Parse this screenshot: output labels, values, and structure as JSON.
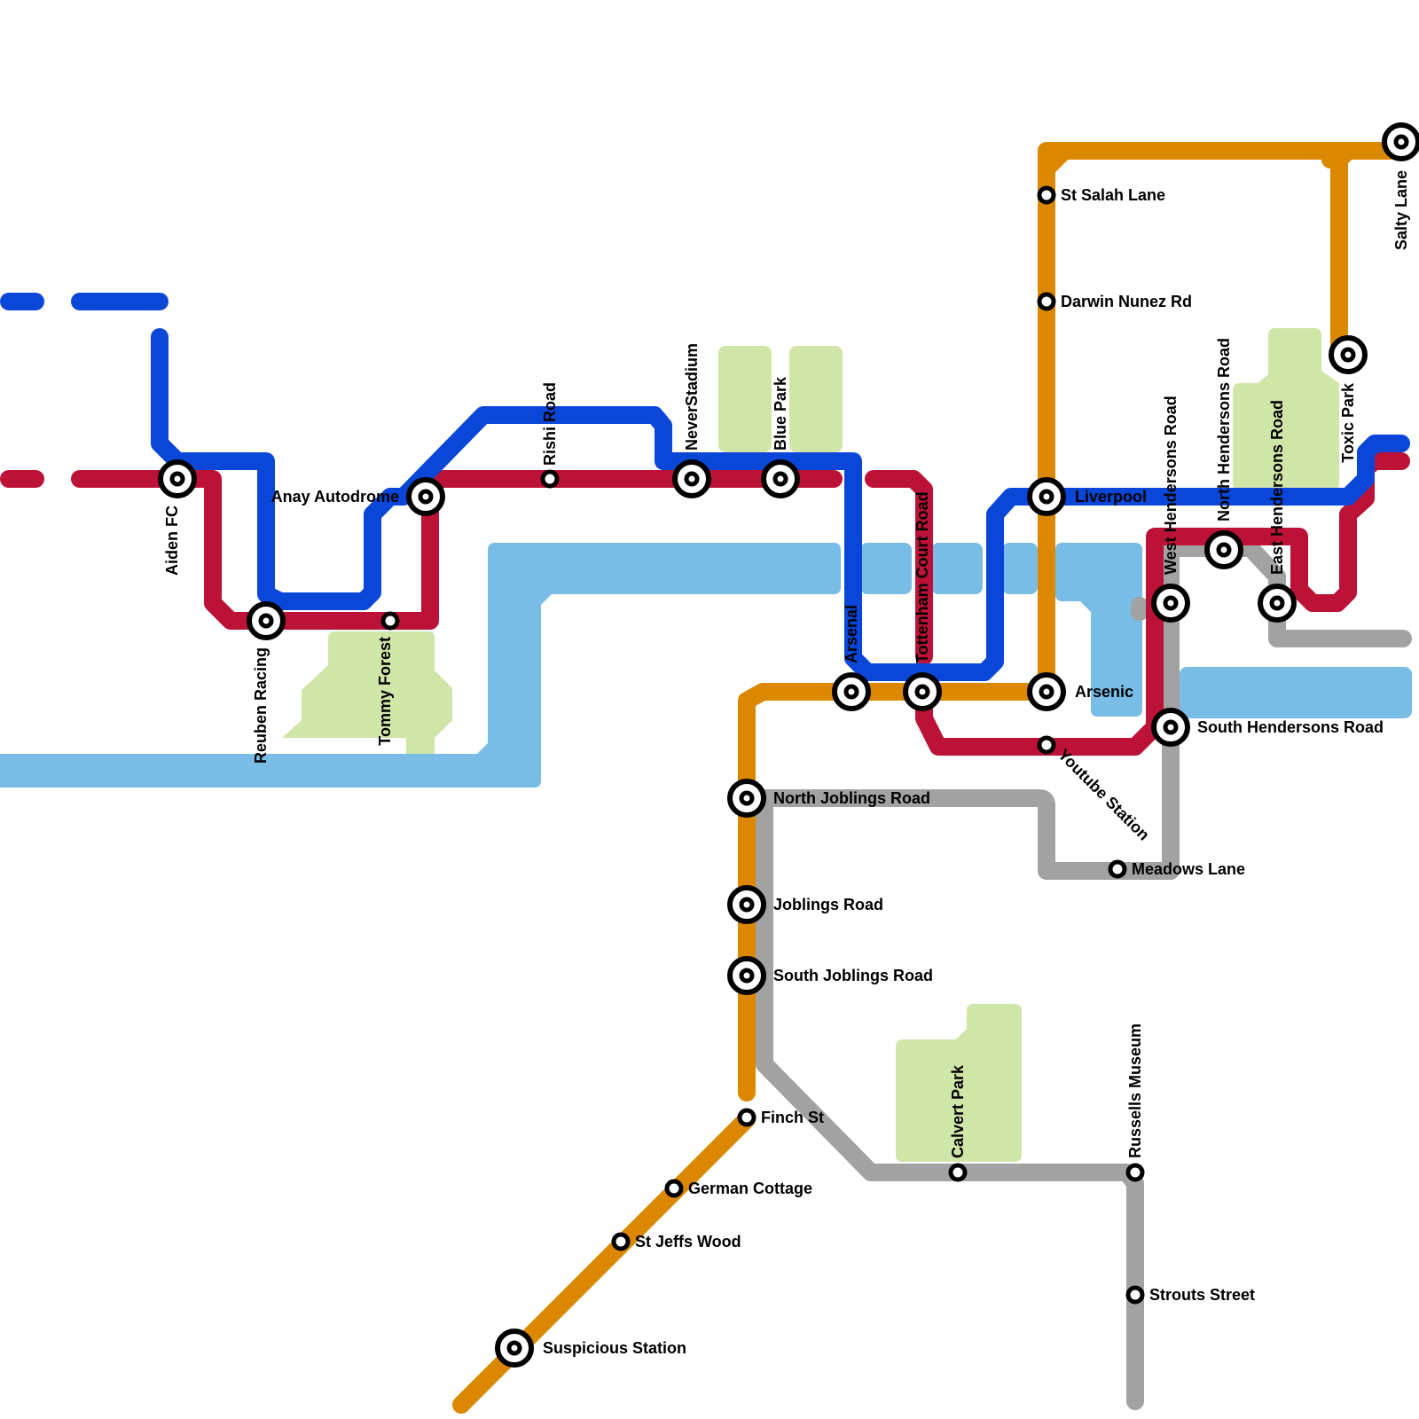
{
  "map": {
    "colors": {
      "blue_line": "#0a47d8",
      "red_line": "#bc1238",
      "orange_line": "#dc8700",
      "grey_line": "#a2a2a2",
      "water": "#79bce6",
      "park": "#d0e5a8",
      "station_ring": "#000000",
      "background": "#ffffff"
    },
    "lines": [
      {
        "id": "blue",
        "name": "Blue line"
      },
      {
        "id": "red",
        "name": "Red line"
      },
      {
        "id": "orange",
        "name": "Orange line"
      },
      {
        "id": "grey",
        "name": "Grey line"
      }
    ],
    "stations": [
      {
        "id": "aiden-fc",
        "name": "Aiden FC",
        "type": "interchange"
      },
      {
        "id": "reuben-racing",
        "name": "Reuben Racing",
        "type": "interchange"
      },
      {
        "id": "tommy-forest",
        "name": "Tommy Forest",
        "type": "stop"
      },
      {
        "id": "anay-autodrome",
        "name": "Anay Autodrome",
        "type": "interchange"
      },
      {
        "id": "rishi-road",
        "name": "Rishi Road",
        "type": "stop"
      },
      {
        "id": "neverstadium",
        "name": "NeverStadium",
        "type": "interchange"
      },
      {
        "id": "blue-park",
        "name": "Blue Park",
        "type": "interchange"
      },
      {
        "id": "arsenal",
        "name": "Arsenal",
        "type": "interchange"
      },
      {
        "id": "tottenham-court-road",
        "name": "Tottenham Court Road",
        "type": "interchange"
      },
      {
        "id": "liverpool",
        "name": "Liverpool",
        "type": "interchange"
      },
      {
        "id": "arsenic",
        "name": "Arsenic",
        "type": "interchange"
      },
      {
        "id": "st-salah-lane",
        "name": "St Salah Lane",
        "type": "stop"
      },
      {
        "id": "darwin-nunez-rd",
        "name": "Darwin Nunez Rd",
        "type": "stop"
      },
      {
        "id": "salty-lane",
        "name": "Salty Lane",
        "type": "interchange"
      },
      {
        "id": "toxic-park",
        "name": "Toxic Park",
        "type": "interchange"
      },
      {
        "id": "west-hendersons-road",
        "name": "West Hendersons Road",
        "type": "interchange"
      },
      {
        "id": "north-hendersons-road",
        "name": "North Hendersons Road",
        "type": "interchange"
      },
      {
        "id": "east-hendersons-road",
        "name": "East Hendersons Road",
        "type": "interchange"
      },
      {
        "id": "south-hendersons-road",
        "name": "South Hendersons Road",
        "type": "interchange"
      },
      {
        "id": "youtube-station",
        "name": "Youtube Station",
        "type": "stop"
      },
      {
        "id": "meadows-lane",
        "name": "Meadows Lane",
        "type": "stop"
      },
      {
        "id": "north-joblings-road",
        "name": "North Joblings Road",
        "type": "interchange"
      },
      {
        "id": "joblings-road",
        "name": "Joblings Road",
        "type": "interchange"
      },
      {
        "id": "south-joblings-road",
        "name": "South Joblings Road",
        "type": "interchange"
      },
      {
        "id": "finch-st",
        "name": "Finch St",
        "type": "stop"
      },
      {
        "id": "german-cottage",
        "name": "German Cottage",
        "type": "stop"
      },
      {
        "id": "st-jeffs-wood",
        "name": "St Jeffs Wood",
        "type": "stop"
      },
      {
        "id": "suspicious-station",
        "name": "Suspicious Station",
        "type": "interchange"
      },
      {
        "id": "calvert-park",
        "name": "Calvert Park",
        "type": "stop"
      },
      {
        "id": "russells-museum",
        "name": "Russells Museum",
        "type": "stop"
      },
      {
        "id": "strouts-street",
        "name": "Strouts Street",
        "type": "stop"
      }
    ]
  }
}
